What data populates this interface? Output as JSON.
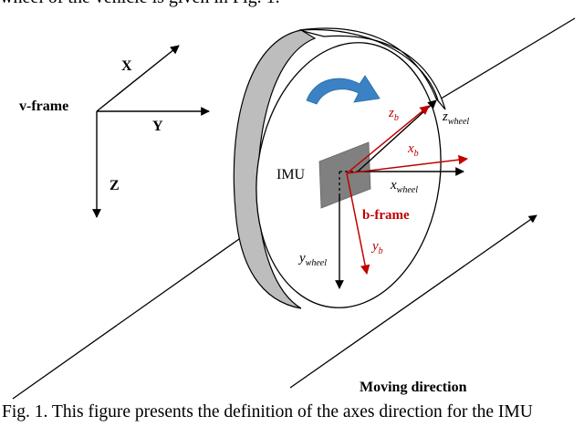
{
  "header_text": "wheel of the vehicle is given in Fig. 1.",
  "figure": {
    "v_frame_label": "v-frame",
    "axis_x": "X",
    "axis_y": "Y",
    "axis_z": "Z",
    "imu_label": "IMU",
    "b_frame_label": "b-frame",
    "z_b": {
      "base": "z",
      "sub": "b"
    },
    "x_b": {
      "base": "x",
      "sub": "b"
    },
    "y_b": {
      "base": "y",
      "sub": "b"
    },
    "z_wheel": {
      "base": "z",
      "sub": "wheel"
    },
    "x_wheel": {
      "base": "x",
      "sub": "wheel"
    },
    "y_wheel": {
      "base": "y",
      "sub": "wheel"
    },
    "moving_direction_label": "Moving direction",
    "colors": {
      "body_frame": "#c00000",
      "rotation_arrow": "#3b82c4",
      "wheel_rim": "#bdbdbd",
      "imu_box": "#808080"
    }
  },
  "caption": "Fig. 1. This figure presents the definition of the axes direction for the IMU"
}
